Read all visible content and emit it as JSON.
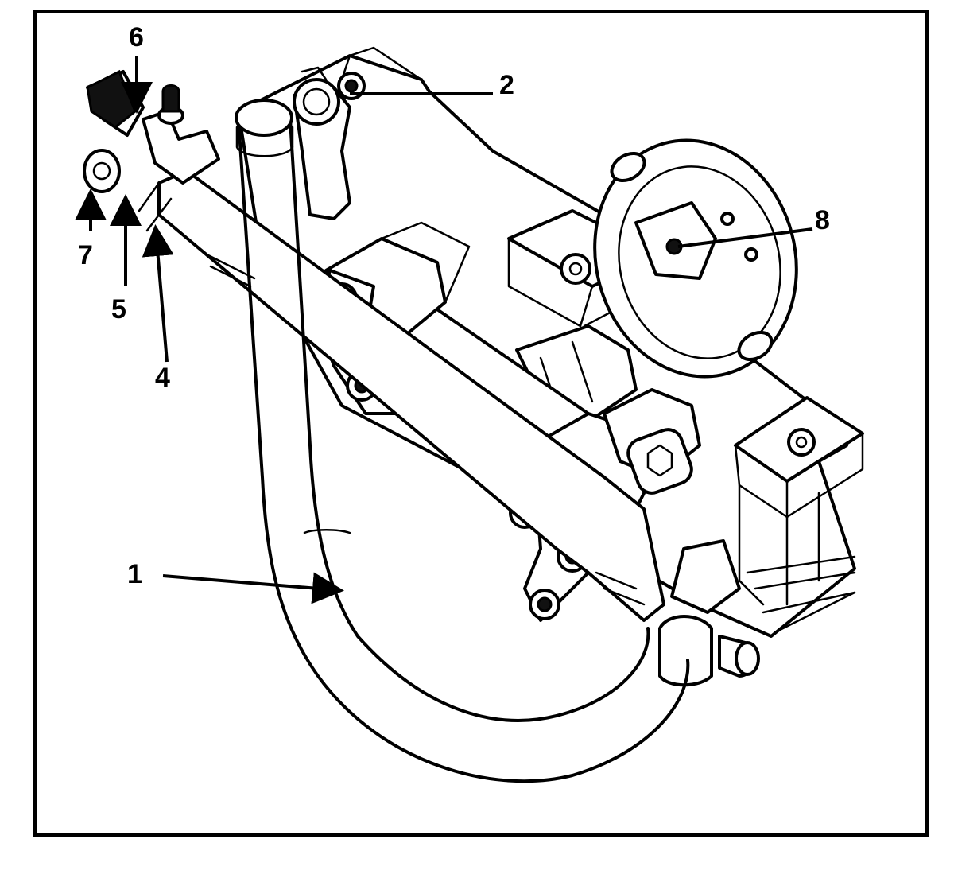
{
  "colors": {
    "ink": "#000000",
    "paper": "#ffffff"
  },
  "callouts": {
    "c1": "1",
    "c2": "2",
    "c4": "4",
    "c5": "5",
    "c6": "6",
    "c7": "7",
    "c8": "8"
  }
}
